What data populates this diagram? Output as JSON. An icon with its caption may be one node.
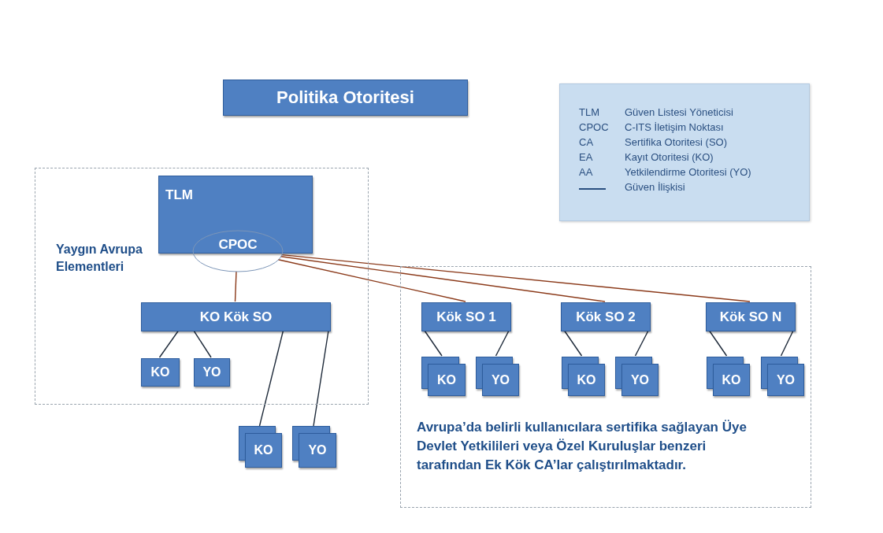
{
  "diagram": {
    "nodes": [
      {
        "text": [
          "Politika Otoritesi"
        ]
      },
      {
        "text": [
          "Yaygın Avrupa Elementleri"
        ]
      },
      {
        "text": [
          "TLM"
        ],
        "in": 1
      },
      {
        "text": [
          "CPOC"
        ],
        "in": 1
      },
      {
        "text": [
          "KO Kök SO"
        ],
        "in": 1
      },
      {
        "text": [
          "KO"
        ],
        "in": 1
      },
      {
        "text": [
          "YO"
        ],
        "in": 1
      },
      {
        "text": [
          "KO"
        ]
      },
      {
        "text": [
          "YO"
        ]
      },
      {
        "text": [
          "Avrupa’da belirli kullanıcılara sertifika sağlayan Üye Devlet Yetkilileri veya Özel Kuruluşlar benzeri tarafından Ek Kök CA’lar çalıştırılmaktadır."
        ]
      },
      {
        "text": [
          "Kök SO 1"
        ],
        "in": 9
      },
      {
        "text": [
          "KO"
        ],
        "in": 9
      },
      {
        "text": [
          "YO"
        ],
        "in": 9
      },
      {
        "text": [
          "Kök SO 2"
        ],
        "in": 9
      },
      {
        "text": [
          "KO"
        ],
        "in": 9
      },
      {
        "text": [
          "YO"
        ],
        "in": 9
      },
      {
        "text": [
          "Kök SO N"
        ],
        "in": 9
      },
      {
        "text": [
          "KO"
        ],
        "in": 9
      },
      {
        "text": [
          "YO"
        ],
        "in": 9
      }
    ],
    "edges": [
      {
        "from": 3,
        "to": 4,
        "arrow": "none",
        "color": "#8b3a1a"
      },
      {
        "from": 3,
        "to": 10,
        "arrow": "none",
        "color": "#8b3a1a"
      },
      {
        "from": 3,
        "to": 13,
        "arrow": "none",
        "color": "#8b3a1a"
      },
      {
        "from": 3,
        "to": 16,
        "arrow": "none",
        "color": "#8b3a1a"
      },
      {
        "from": 4,
        "to": 5,
        "arrow": "none"
      },
      {
        "from": 4,
        "to": 6,
        "arrow": "none"
      },
      {
        "from": 4,
        "to": 7,
        "arrow": "none"
      },
      {
        "from": 4,
        "to": 8,
        "arrow": "none"
      },
      {
        "from": 10,
        "to": 11,
        "arrow": "none"
      },
      {
        "from": 10,
        "to": 12,
        "arrow": "none"
      },
      {
        "from": 13,
        "to": 14,
        "arrow": "none"
      },
      {
        "from": 13,
        "to": 15,
        "arrow": "none"
      },
      {
        "from": 16,
        "to": 17,
        "arrow": "none"
      },
      {
        "from": 16,
        "to": 18,
        "arrow": "none"
      }
    ],
    "labels": [
      "TLM",
      "Güven Listesi Yöneticisi",
      "CPOC",
      "C-ITS İletişim Noktası",
      "CA",
      "Sertifika Otoritesi (SO)",
      "EA",
      "Kayıt Otoritesi (KO)",
      "AA",
      "Yetkilendirme Otoritesi (YO)"
    ],
    "legend": [
      {
        "text": "Güven İlişkisi"
      }
    ]
  }
}
